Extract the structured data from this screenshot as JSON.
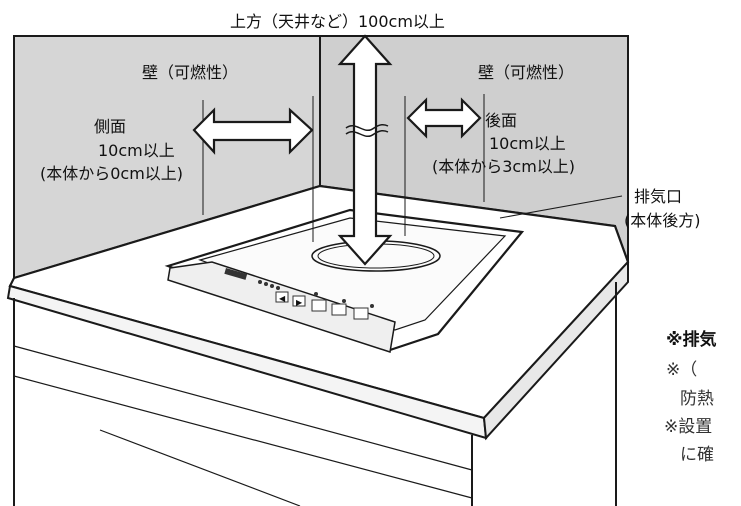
{
  "labels": {
    "top": "上方（天井など）100cm以上",
    "wall_left": "壁（可燃性）",
    "wall_right": "壁（可燃性）",
    "side_title": "側面",
    "side_dist": "10cm以上",
    "side_note": "(本体から0cm以上)",
    "rear_title": "後面",
    "rear_dist": "10cm以上",
    "rear_note": "(本体から3cm以上)",
    "exhaust": "排気口",
    "exhaust_note": "(本体後方)"
  },
  "side_notes": {
    "title_partial": "※排気",
    "line1": "※（",
    "line2": "防熱",
    "line3": "※設置",
    "line4": "に確"
  },
  "colors": {
    "wall": "#d6d6d6",
    "counter": "#ffffff",
    "stroke": "#1a1a1a"
  }
}
